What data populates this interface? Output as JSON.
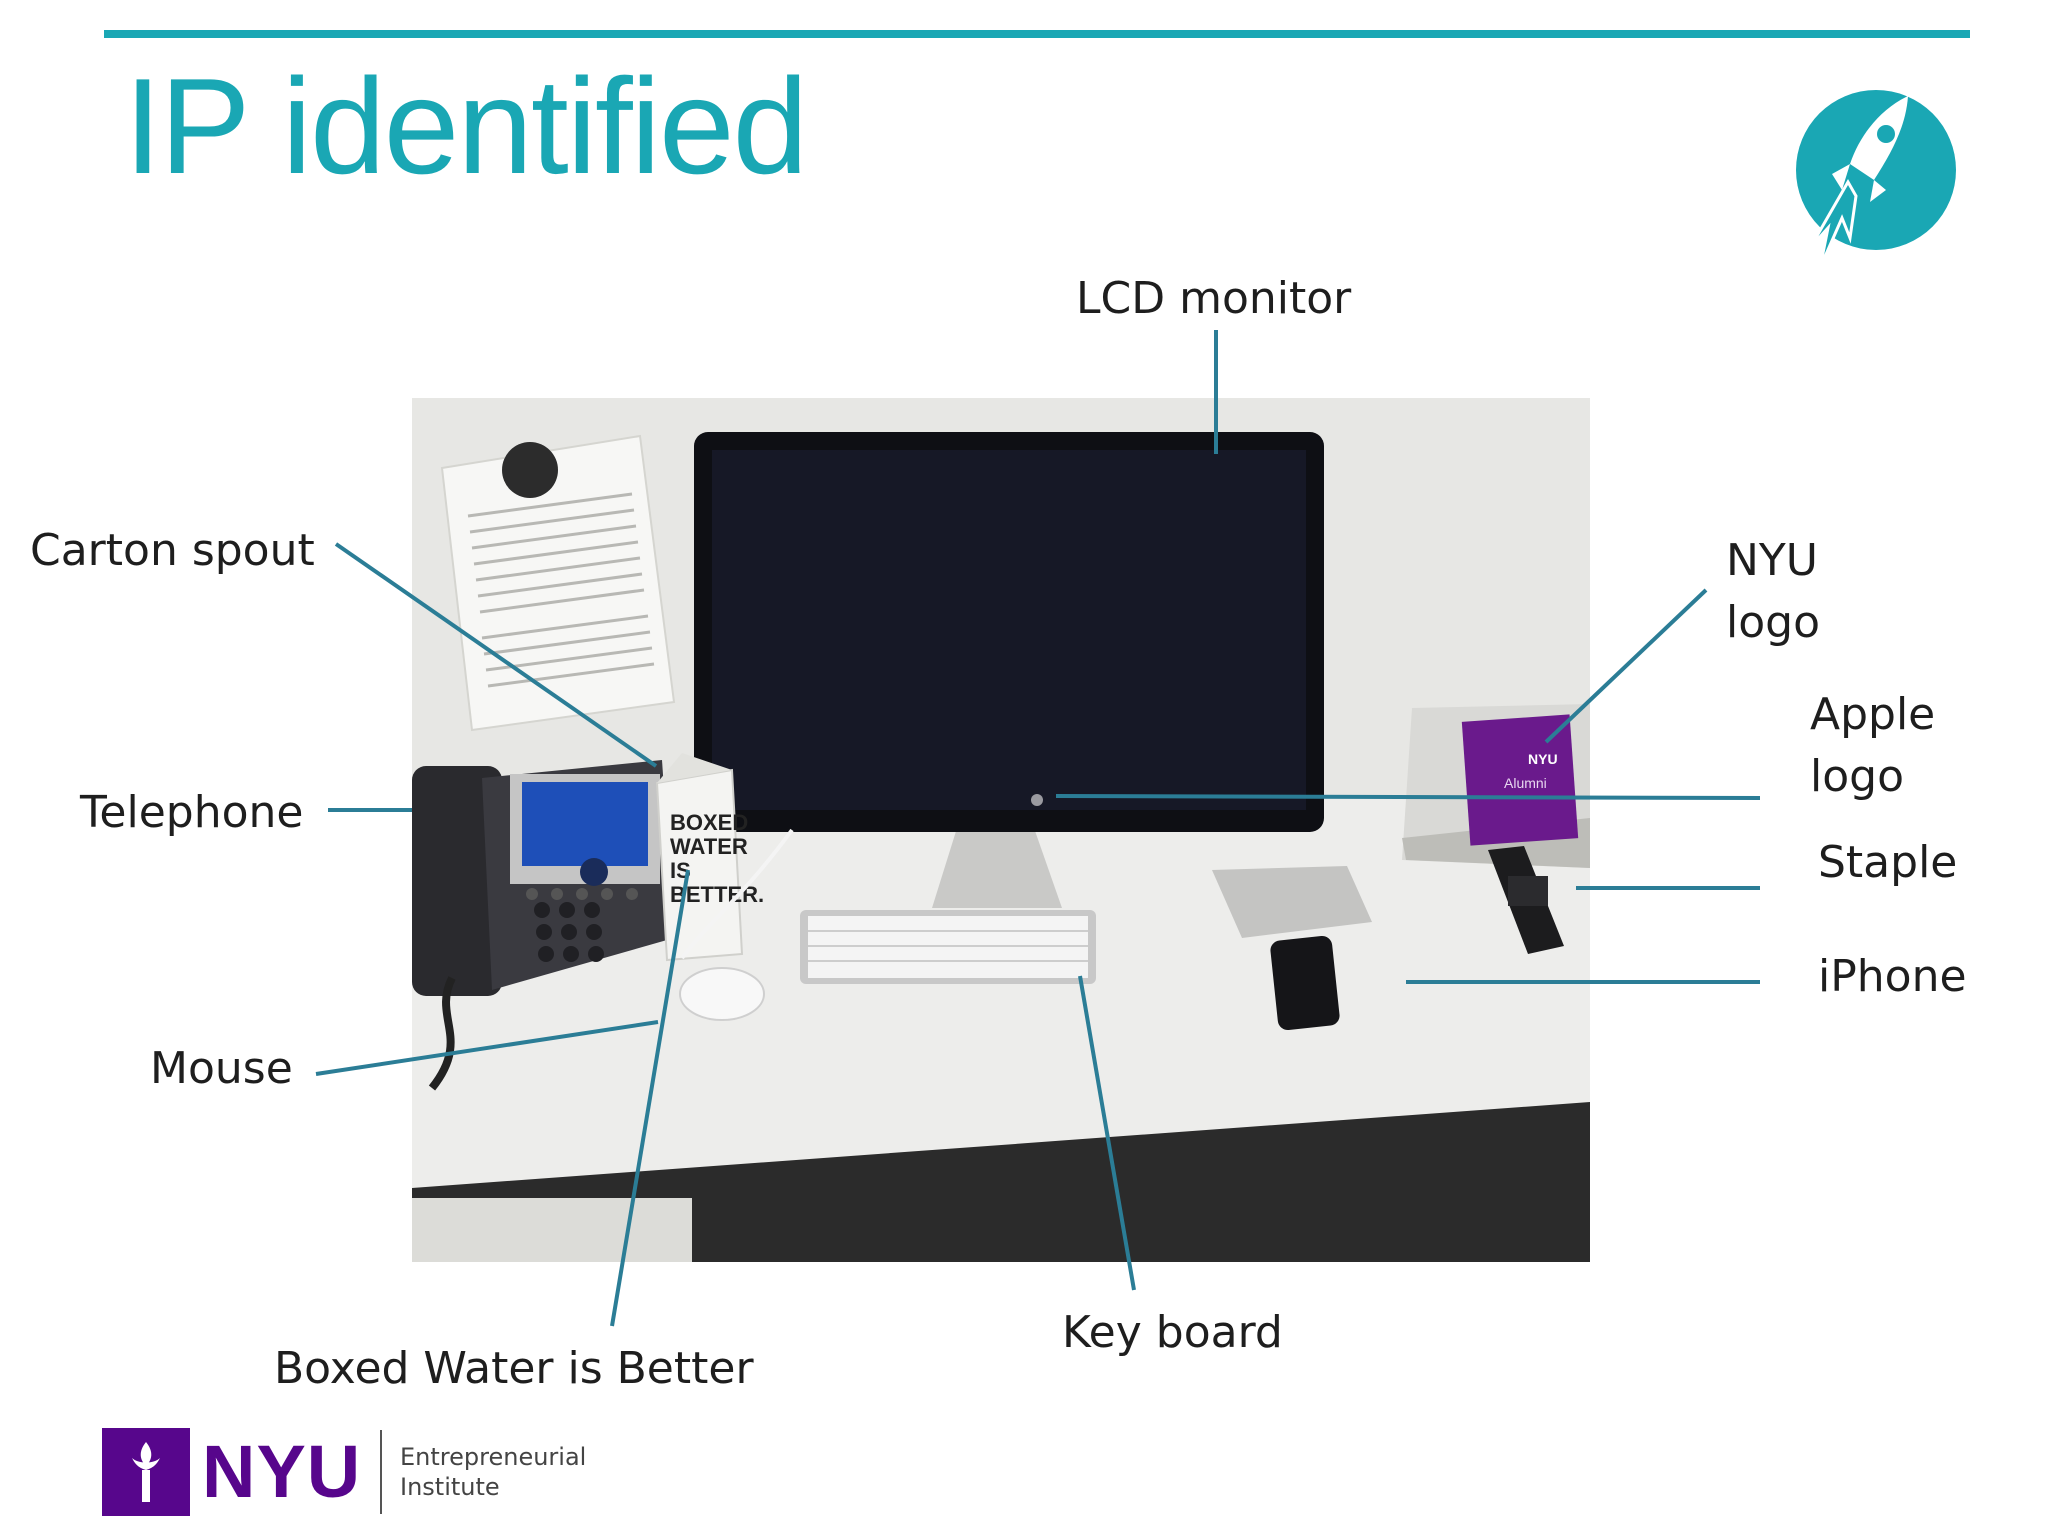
{
  "slide": {
    "title": "IP identified"
  },
  "labels": {
    "lcd_monitor": "LCD monitor",
    "carton_spout": "Carton spout",
    "nyu_logo": "NYU\nlogo",
    "apple_logo": "Apple\nlogo",
    "telephone": "Telephone",
    "staple": "Staple",
    "iphone": "iPhone",
    "mouse": "Mouse",
    "key_board": "Key board",
    "boxed_water": "Boxed Water is Better"
  },
  "photo": {
    "carton_text": [
      "BOXED",
      "WATER",
      "IS",
      "BETTER."
    ],
    "notebook_brand": "NYU",
    "notebook_text": "Alumni"
  },
  "footer": {
    "logo_word": "NYU",
    "logo_subtitle": "Entrepreneurial\nInstitute"
  },
  "colors": {
    "accent": "#1aa7b4",
    "leader": "#2b7d96",
    "nyu_purple": "#57068c"
  }
}
